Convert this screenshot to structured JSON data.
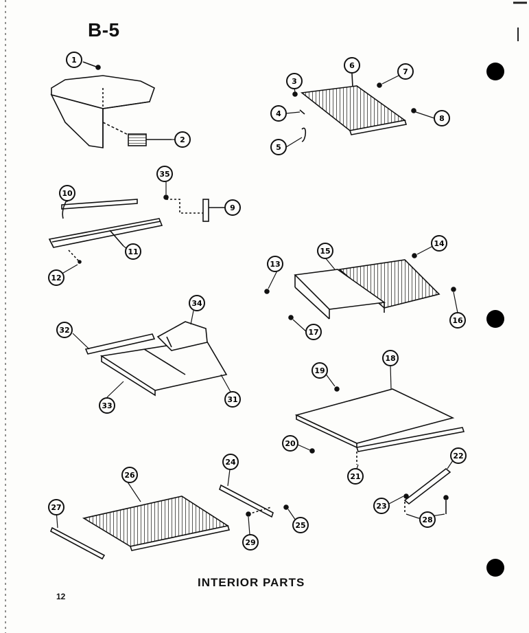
{
  "page_title": "B-5",
  "caption": "INTERIOR PARTS",
  "page_number": "12",
  "colors": {
    "ink": "#111111",
    "paper": "#fdfdfb",
    "hole": "#000000"
  },
  "callouts": {
    "c1": "1",
    "c2": "2",
    "c3": "3",
    "c4": "4",
    "c5": "5",
    "c6": "6",
    "c7": "7",
    "c8": "8",
    "c9": "9",
    "c10": "10",
    "c11": "11",
    "c12": "12",
    "c13": "13",
    "c14": "14",
    "c15": "15",
    "c16": "16",
    "c17": "17",
    "c18": "18",
    "c19": "19",
    "c20": "20",
    "c21": "21",
    "c22": "22",
    "c23": "23",
    "c24": "24",
    "c25": "25",
    "c26": "26",
    "c27": "27",
    "c28": "28",
    "c29": "29",
    "c31": "31",
    "c32": "32",
    "c33": "33",
    "c34": "34",
    "c35": "35"
  }
}
